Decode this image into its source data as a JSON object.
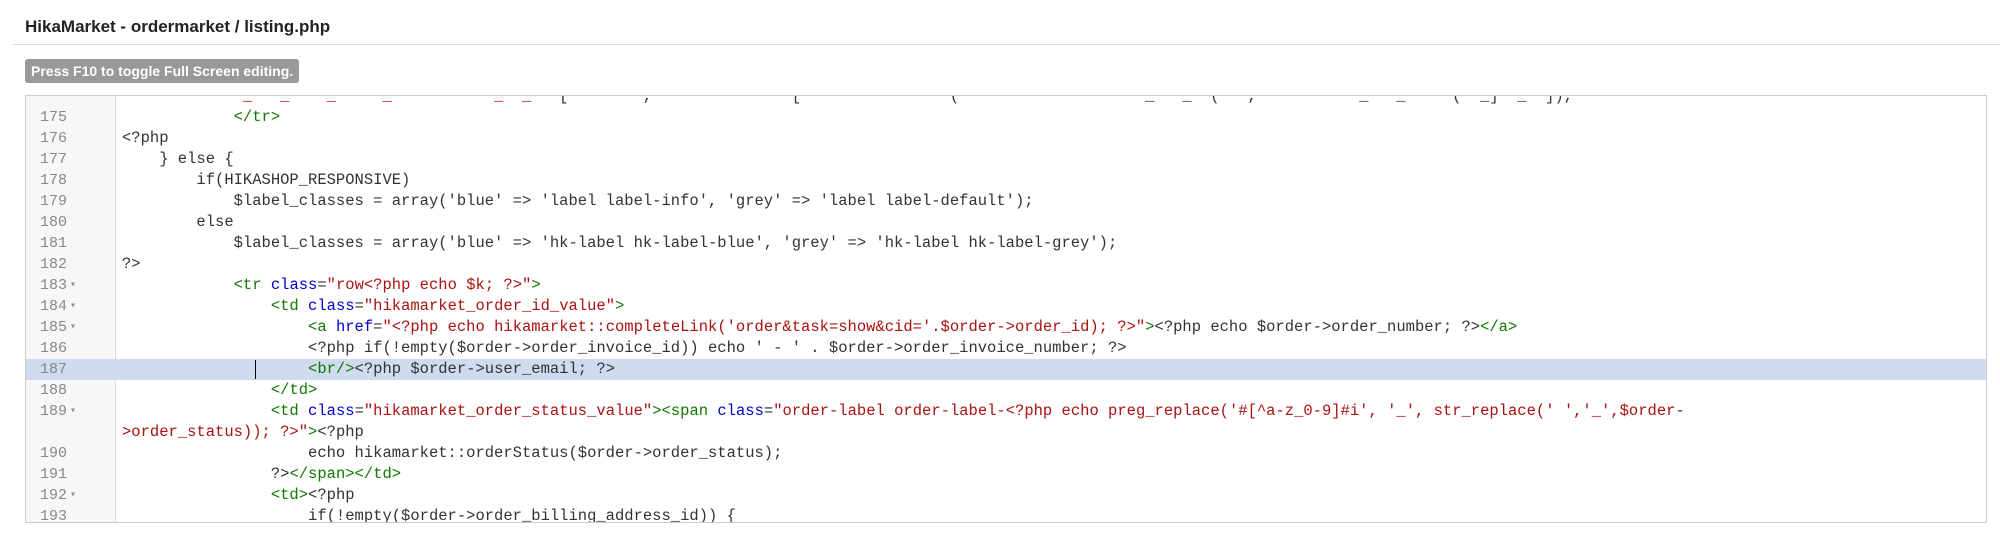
{
  "page": {
    "title": "HikaMarket - ordermarket / listing.php"
  },
  "editor": {
    "fullscreen_hint": "Press F10 to toggle Full Screen editing.",
    "active_line": "187",
    "partial_top_line": [
      {
        "c": "str",
        "t": "             _   _    _     _           _  _"
      },
      {
        "c": "plain",
        "t": "   [        ,               [                (                    _   _  (   ,           _   _     (  _]  _  ]),"
      }
    ],
    "lines": [
      {
        "no": "175",
        "fold": false,
        "tokens": [
          {
            "c": "plain",
            "t": "            "
          },
          {
            "c": "tag",
            "t": "</tr>"
          }
        ]
      },
      {
        "no": "176",
        "fold": false,
        "tokens": [
          {
            "c": "plain",
            "t": "<?php"
          }
        ]
      },
      {
        "no": "177",
        "fold": false,
        "tokens": [
          {
            "c": "plain",
            "t": "    } else {"
          }
        ]
      },
      {
        "no": "178",
        "fold": false,
        "tokens": [
          {
            "c": "plain",
            "t": "        if(HIKASHOP_RESPONSIVE)"
          }
        ]
      },
      {
        "no": "179",
        "fold": false,
        "tokens": [
          {
            "c": "plain",
            "t": "            $label_classes = array('blue' => 'label label-info', 'grey' => 'label label-default');"
          }
        ]
      },
      {
        "no": "180",
        "fold": false,
        "tokens": [
          {
            "c": "plain",
            "t": "        else"
          }
        ]
      },
      {
        "no": "181",
        "fold": false,
        "tokens": [
          {
            "c": "plain",
            "t": "            $label_classes = array('blue' => 'hk-label hk-label-blue', 'grey' => 'hk-label hk-label-grey');"
          }
        ]
      },
      {
        "no": "182",
        "fold": false,
        "tokens": [
          {
            "c": "plain",
            "t": "?>"
          }
        ]
      },
      {
        "no": "183",
        "fold": true,
        "tokens": [
          {
            "c": "plain",
            "t": "            "
          },
          {
            "c": "tag",
            "t": "<tr "
          },
          {
            "c": "attr",
            "t": "class"
          },
          {
            "c": "plain",
            "t": "="
          },
          {
            "c": "str",
            "t": "\"row<?php echo $k; ?>\""
          },
          {
            "c": "tag",
            "t": ">"
          }
        ]
      },
      {
        "no": "184",
        "fold": true,
        "tokens": [
          {
            "c": "plain",
            "t": "                "
          },
          {
            "c": "tag",
            "t": "<td "
          },
          {
            "c": "attr",
            "t": "class"
          },
          {
            "c": "plain",
            "t": "="
          },
          {
            "c": "str",
            "t": "\"hikamarket_order_id_value\""
          },
          {
            "c": "tag",
            "t": ">"
          }
        ]
      },
      {
        "no": "185",
        "fold": true,
        "tokens": [
          {
            "c": "plain",
            "t": "                    "
          },
          {
            "c": "tag",
            "t": "<a "
          },
          {
            "c": "attr",
            "t": "href"
          },
          {
            "c": "plain",
            "t": "="
          },
          {
            "c": "str",
            "t": "\"<?php echo hikamarket::completeLink('order&task=show&cid='.$order->order_id); ?>\""
          },
          {
            "c": "tag",
            "t": ">"
          },
          {
            "c": "plain",
            "t": "<?php echo $order->order_number; ?>"
          },
          {
            "c": "tag",
            "t": "</a>"
          }
        ]
      },
      {
        "no": "186",
        "fold": false,
        "tokens": [
          {
            "c": "plain",
            "t": "                    <?php if(!empty($order->order_invoice_id)) echo ' - ' . $order->order_invoice_number; ?>"
          }
        ]
      },
      {
        "no": "187",
        "fold": false,
        "tokens": [
          {
            "c": "plain",
            "t": "                    "
          },
          {
            "c": "tag",
            "t": "<br/>"
          },
          {
            "c": "plain",
            "t": "<?php $order->user_email; ?>"
          }
        ]
      },
      {
        "no": "188",
        "fold": false,
        "tokens": [
          {
            "c": "plain",
            "t": "                "
          },
          {
            "c": "tag",
            "t": "</td>"
          }
        ]
      },
      {
        "no": "189",
        "fold": true,
        "tokens": [
          {
            "c": "plain",
            "t": "                "
          },
          {
            "c": "tag",
            "t": "<td "
          },
          {
            "c": "attr",
            "t": "class"
          },
          {
            "c": "plain",
            "t": "="
          },
          {
            "c": "str",
            "t": "\"hikamarket_order_status_value\""
          },
          {
            "c": "tag",
            "t": "><span "
          },
          {
            "c": "attr",
            "t": "class"
          },
          {
            "c": "plain",
            "t": "="
          },
          {
            "c": "str",
            "t": "\"order-label order-label-<?php echo preg_replace('#[^a-z_0-9]#i', '_', str_replace(' ','_',$order-"
          }
        ]
      },
      {
        "no": "",
        "fold": false,
        "tokens": [
          {
            "c": "str",
            "t": ">order_status)); ?>\""
          },
          {
            "c": "tag",
            "t": ">"
          },
          {
            "c": "plain",
            "t": "<?php"
          }
        ]
      },
      {
        "no": "190",
        "fold": false,
        "tokens": [
          {
            "c": "plain",
            "t": "                    echo hikamarket::orderStatus($order->order_status);"
          }
        ]
      },
      {
        "no": "191",
        "fold": false,
        "tokens": [
          {
            "c": "plain",
            "t": "                ?>"
          },
          {
            "c": "tag",
            "t": "</span></td>"
          }
        ]
      },
      {
        "no": "192",
        "fold": true,
        "tokens": [
          {
            "c": "plain",
            "t": "                "
          },
          {
            "c": "tag",
            "t": "<td>"
          },
          {
            "c": "plain",
            "t": "<?php"
          }
        ]
      },
      {
        "no": "193",
        "fold": false,
        "tokens": [
          {
            "c": "plain",
            "t": "                    if(!empty($order->order_billing_address_id)) {"
          }
        ]
      }
    ]
  }
}
